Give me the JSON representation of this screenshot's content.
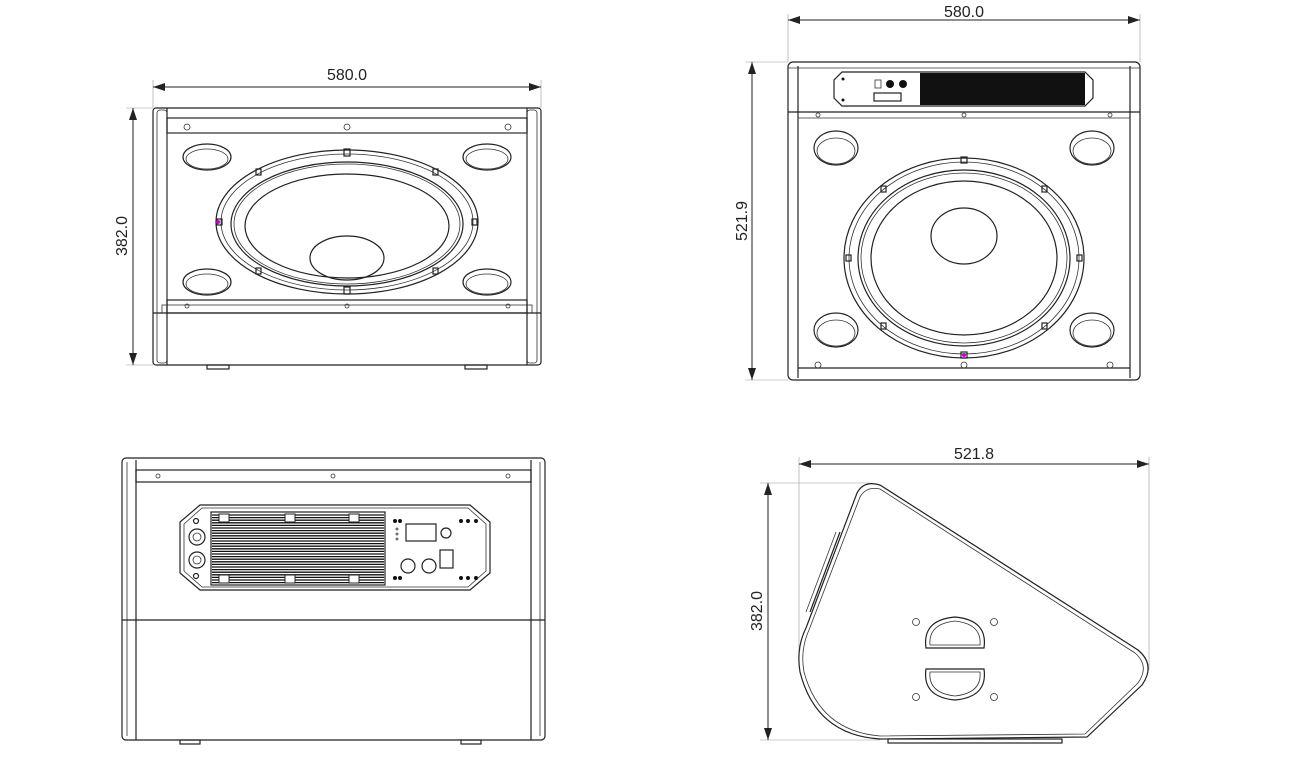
{
  "drawing": {
    "front_view": {
      "width_label": "580.0",
      "height_label": "382.0"
    },
    "top_view": {
      "width_label": "580.0",
      "depth_label": "521.9"
    },
    "rear_view": {},
    "side_view": {
      "depth_label": "521.8",
      "height_label": "382.0"
    },
    "colors": {
      "line": "#222222",
      "accent_marker": "#cc00cc"
    }
  }
}
